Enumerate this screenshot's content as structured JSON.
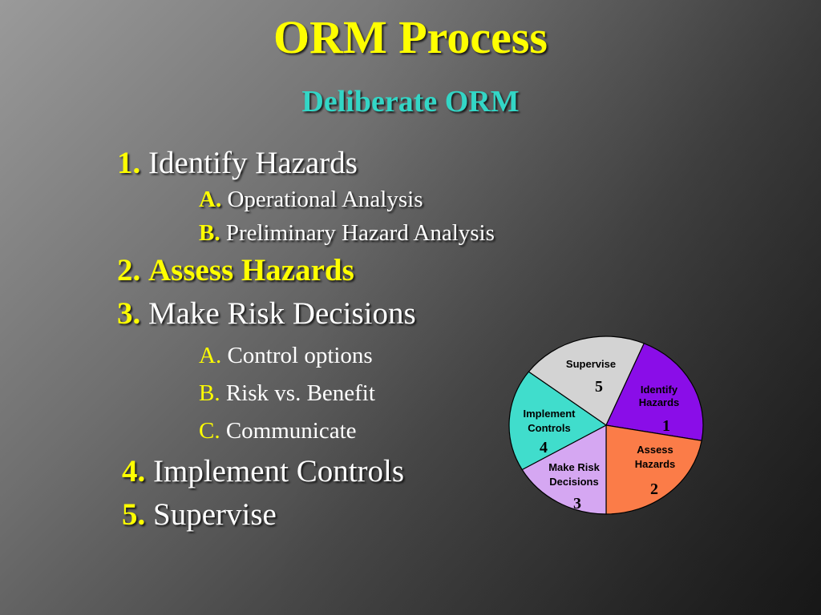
{
  "slide": {
    "title": "ORM Process",
    "subtitle": "Deliberate ORM"
  },
  "steps": [
    {
      "num": "1.",
      "sep": "",
      "text": "Identify Hazards"
    },
    {
      "num": "2",
      "sep": ".",
      "text": "Assess Hazards"
    },
    {
      "num": "3.",
      "sep": "",
      "text": "Make Risk Decisions"
    },
    {
      "num": "4.",
      "sep": "",
      "text": "Implement Controls"
    },
    {
      "num": "5.",
      "sep": "",
      "text": "Supervise"
    }
  ],
  "substeps_identify": [
    {
      "letter": "A.",
      "text": "Operational Analysis"
    },
    {
      "letter": "B.",
      "text": "Preliminary Hazard Analysis"
    }
  ],
  "substeps_decide": [
    {
      "letter": "A.",
      "text": "Control options"
    },
    {
      "letter": "B.",
      "text": "Risk vs. Benefit"
    },
    {
      "letter": "C.",
      "text": "Communicate"
    }
  ],
  "pie": {
    "slices": [
      {
        "line1": "Supervise",
        "line2": "",
        "num": "5",
        "color": "#d3d3d3"
      },
      {
        "line1": "Identify",
        "line2": "Hazards",
        "num": "1",
        "color": "#8a0de8"
      },
      {
        "line1": "Assess",
        "line2": "Hazards",
        "num": "2",
        "color": "#fb7c48"
      },
      {
        "line1": "Make Risk",
        "line2": "Decisions",
        "num": "3",
        "color": "#d5a7f2"
      },
      {
        "line1": "Implement",
        "line2": "Controls",
        "num": "4",
        "color": "#40ddcc"
      }
    ]
  },
  "colors": {
    "title": "#ffff00",
    "subtitle": "#33d6c6",
    "body_text": "#ffffff"
  }
}
